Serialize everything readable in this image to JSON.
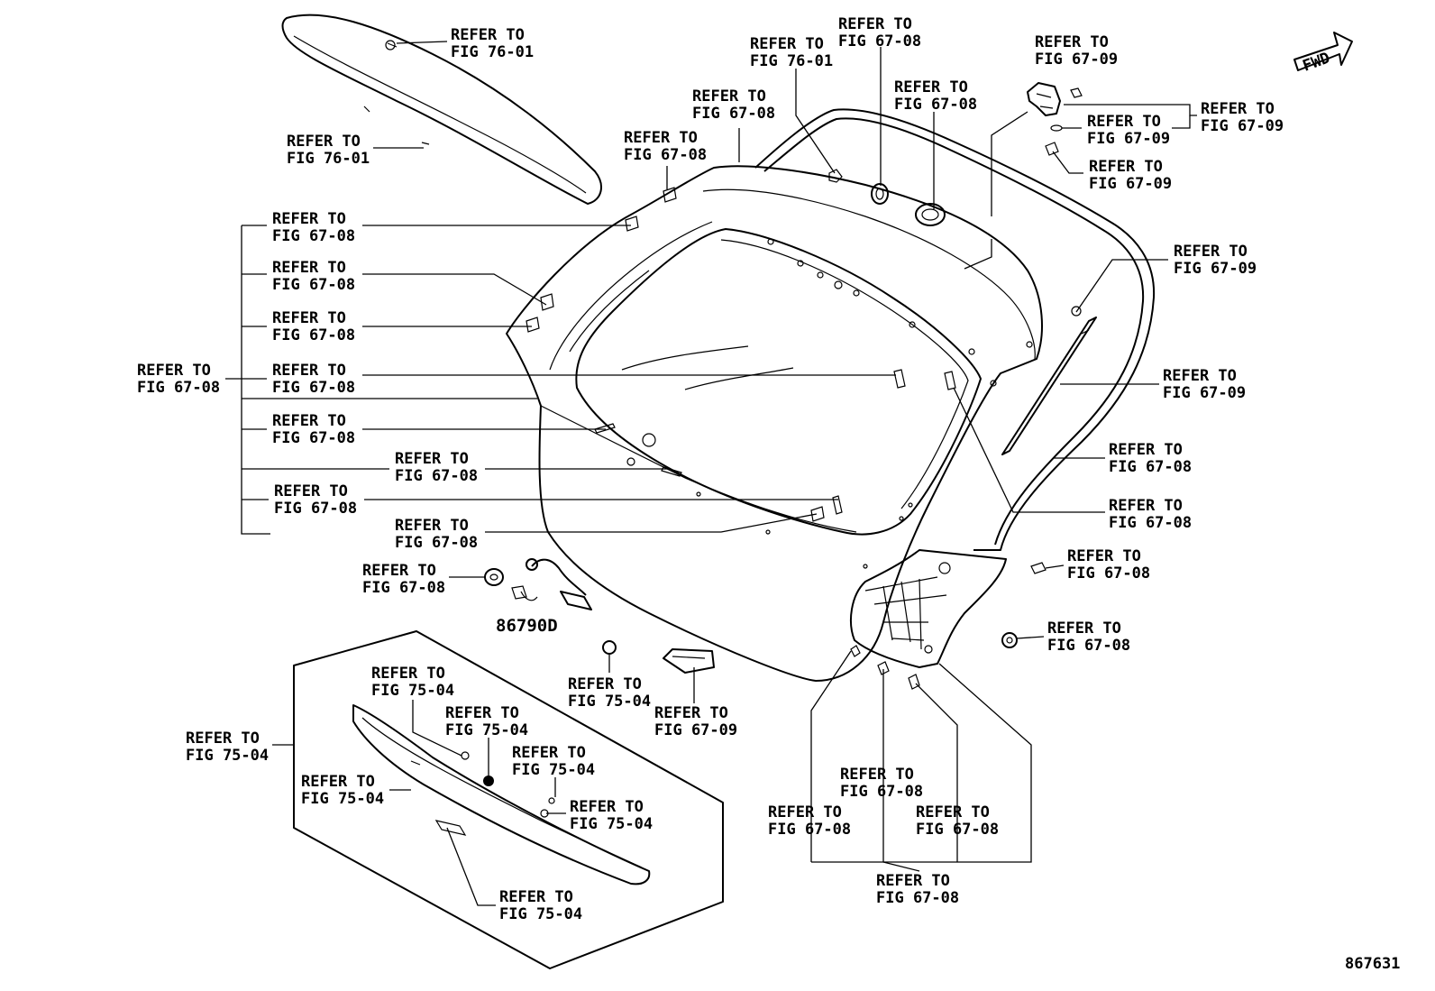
{
  "labels": [
    "REFER TO\nFIG 76-01",
    "REFER TO\nFIG 76-01",
    "REFER TO\nFIG 67-08",
    "REFER TO\nFIG 67-08",
    "REFER TO\nFIG 76-01",
    "REFER TO\nFIG 67-08",
    "REFER TO\nFIG 67-08",
    "REFER TO\nFIG 67-09",
    "REFER TO\nFIG 67-09",
    "REFER TO\nFIG 67-09",
    "REFER TO\nFIG 67-09",
    "REFER TO\nFIG 67-08",
    "REFER TO\nFIG 67-08",
    "REFER TO\nFIG 67-08",
    "REFER TO\nFIG 67-08",
    "REFER TO\nFIG 67-08",
    "REFER TO\nFIG 67-08",
    "REFER TO\nFIG 67-08",
    "REFER TO\nFIG 67-08",
    "REFER TO\nFIG 67-08",
    "REFER TO\nFIG 67-09",
    "REFER TO\nFIG 67-09",
    "REFER TO\nFIG 67-08",
    "REFER TO\nFIG 67-08",
    "REFER TO\nFIG 67-08",
    "REFER TO\nFIG 67-08",
    "REFER TO\nFIG 67-08",
    "REFER TO\nFIG 75-04",
    "REFER TO\nFIG 67-09",
    "REFER TO\nFIG 75-04",
    "REFER TO\nFIG 75-04",
    "REFER TO\nFIG 75-04",
    "REFER TO\nFIG 75-04",
    "REFER TO\nFIG 75-04",
    "REFER TO\nFIG 75-04",
    "REFER TO\nFIG 75-04",
    "REFER TO\nFIG 67-08",
    "REFER TO\nFIG 67-08",
    "REFER TO\nFIG 67-08",
    "REFER TO\nFIG 67-08"
  ],
  "part_number": "86790D",
  "fwd_label": "FWD",
  "figure_number": "867631"
}
